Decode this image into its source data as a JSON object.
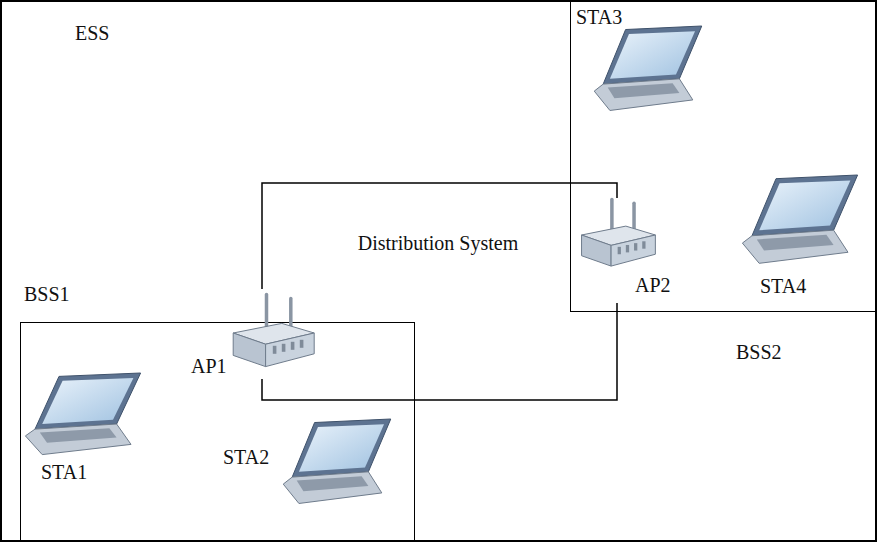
{
  "diagram": {
    "nodes": [
      {
        "text": [
          "ESS"
        ]
      },
      {
        "text": [
          "BSS1"
        ],
        "in": 0
      },
      {
        "text": [
          "AP1"
        ],
        "in": 1
      },
      {
        "text": [
          "STA1"
        ],
        "in": 1
      },
      {
        "text": [
          "STA2"
        ],
        "in": 1
      },
      {
        "text": [
          "BSS2"
        ],
        "in": 0
      },
      {
        "text": [
          "STA3"
        ],
        "in": 5
      },
      {
        "text": [
          "AP2"
        ],
        "in": 5
      },
      {
        "text": [
          "STA4"
        ],
        "in": 5
      }
    ],
    "edges": [
      {
        "from": 2,
        "to": 7,
        "arrow": "none"
      },
      {
        "from": 2,
        "to": 7,
        "arrow": "none"
      }
    ],
    "labels": [
      "Distribution System"
    ]
  }
}
